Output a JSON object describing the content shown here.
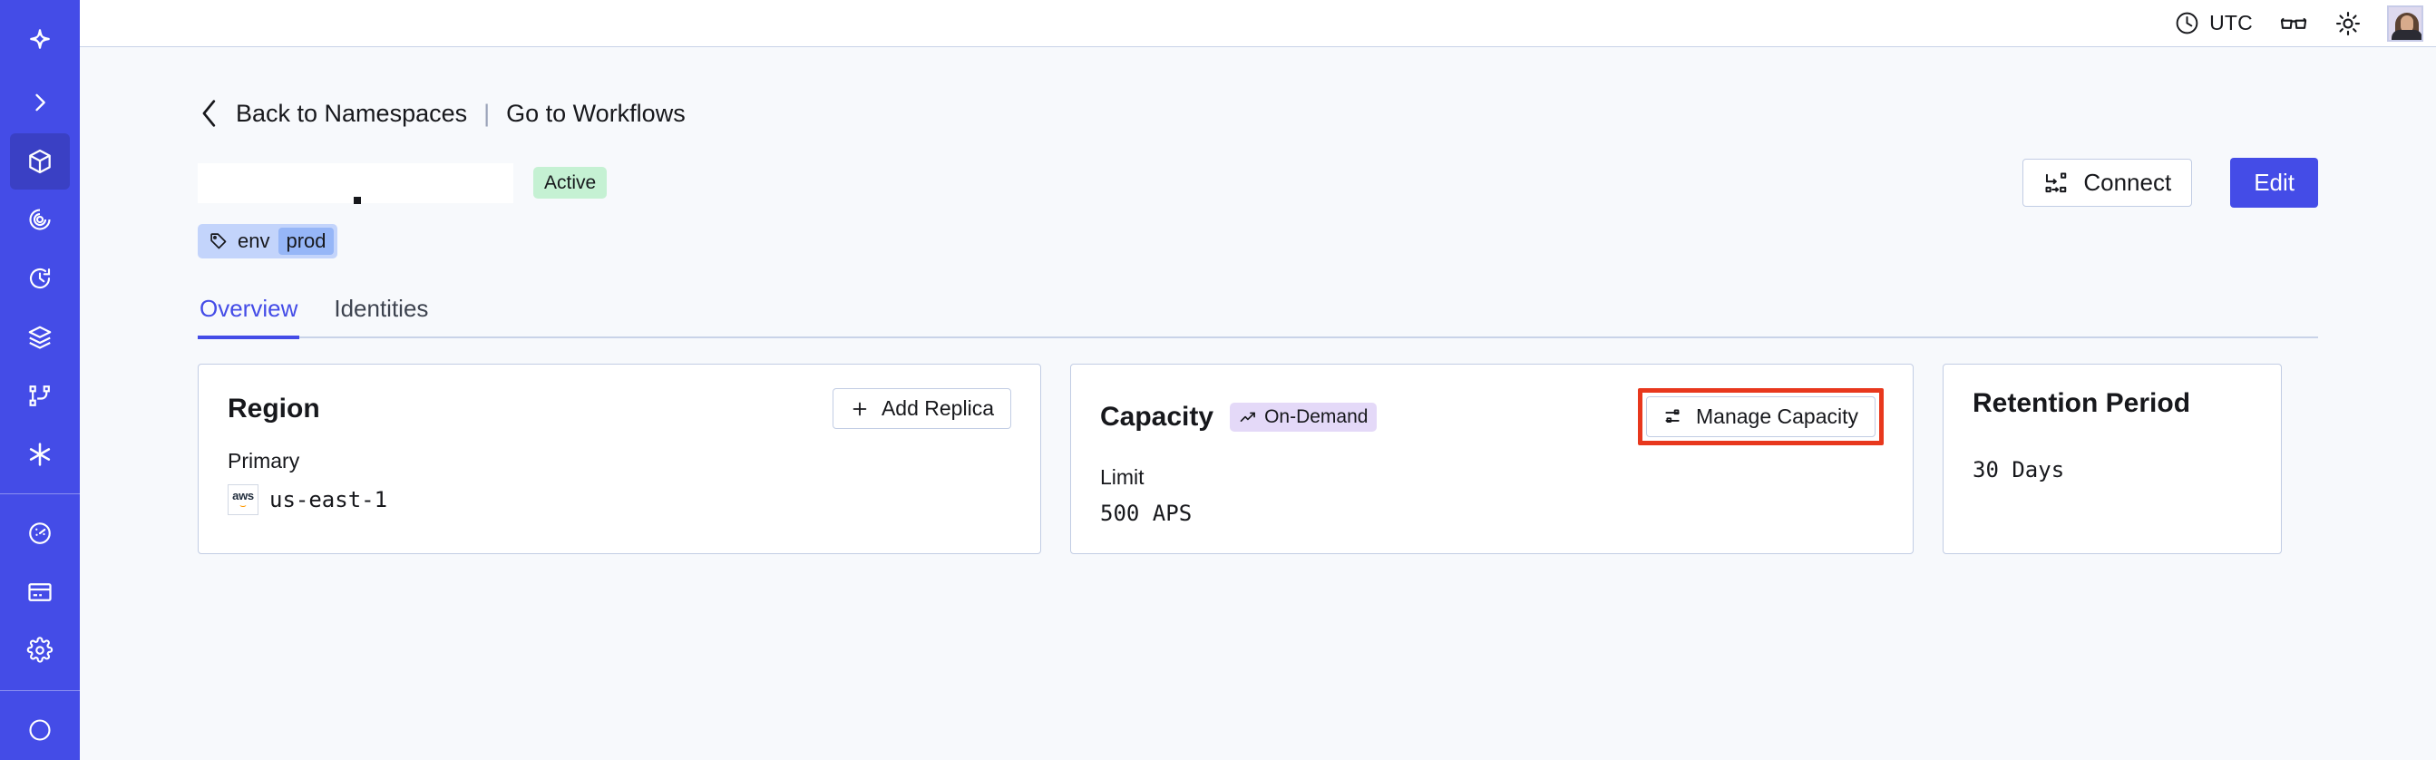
{
  "sidebar": {
    "logo_icon": "temporal-compass-logo",
    "items": [
      {
        "icon": "chevron-right-icon",
        "name": "expand-sidebar",
        "active": false
      },
      {
        "icon": "cube-icon",
        "name": "namespaces",
        "active": true
      },
      {
        "icon": "eye-spiral-icon",
        "name": "observability",
        "active": false
      },
      {
        "icon": "history-clock-icon",
        "name": "schedules",
        "active": false
      },
      {
        "icon": "layers-icon",
        "name": "workflows",
        "active": false
      },
      {
        "icon": "git-branch-icon",
        "name": "nexus",
        "active": false
      },
      {
        "icon": "asterisk-icon",
        "name": "integrations",
        "active": false
      }
    ],
    "bottom_items": [
      {
        "icon": "gauge-icon",
        "name": "usage",
        "active": false
      },
      {
        "icon": "credit-card-icon",
        "name": "billing",
        "active": false
      },
      {
        "icon": "gear-icon",
        "name": "settings",
        "active": false
      }
    ]
  },
  "topbar": {
    "timezone_icon": "clock-icon",
    "timezone_label": "UTC",
    "glasses_icon": "glasses-icon",
    "theme_icon": "sun-icon",
    "avatar_icon": "user-avatar"
  },
  "breadcrumb": {
    "back_icon": "chevron-left-icon",
    "back_label": "Back to Namespaces",
    "separator": "|",
    "forward_label": "Go to Workflows"
  },
  "header": {
    "namespace_title": "",
    "status_badge": "Active",
    "connect_label": "Connect",
    "connect_icon": "connect-flow-icon",
    "edit_label": "Edit",
    "tag": {
      "icon": "tag-icon",
      "key": "env",
      "value": "prod"
    }
  },
  "tabs": [
    {
      "label": "Overview",
      "selected": true
    },
    {
      "label": "Identities",
      "selected": false
    }
  ],
  "cards": {
    "region": {
      "title": "Region",
      "action_label": "Add Replica",
      "action_icon": "plus-icon",
      "label": "Primary",
      "provider_icon": "aws-logo",
      "provider_text": "aws",
      "value": "us-east-1"
    },
    "capacity": {
      "title": "Capacity",
      "badge_icon": "trend-up-icon",
      "badge_label": "On-Demand",
      "action_label": "Manage Capacity",
      "action_icon": "sliders-icon",
      "action_highlighted": true,
      "label": "Limit",
      "value": "500 APS"
    },
    "retention": {
      "title": "Retention Period",
      "value": "30 Days"
    }
  },
  "colors": {
    "sidebar_bg": "#444ce7",
    "accent": "#444ce7",
    "page_bg": "#f7f9fc",
    "card_border": "#c2cde4",
    "badge_active_bg": "#c5f1d3",
    "badge_ondemand_bg": "#e4d9f8",
    "tag_bg": "#c3d4fb",
    "tag_value_bg": "#96b6f7",
    "highlight_red": "#e8381d"
  }
}
